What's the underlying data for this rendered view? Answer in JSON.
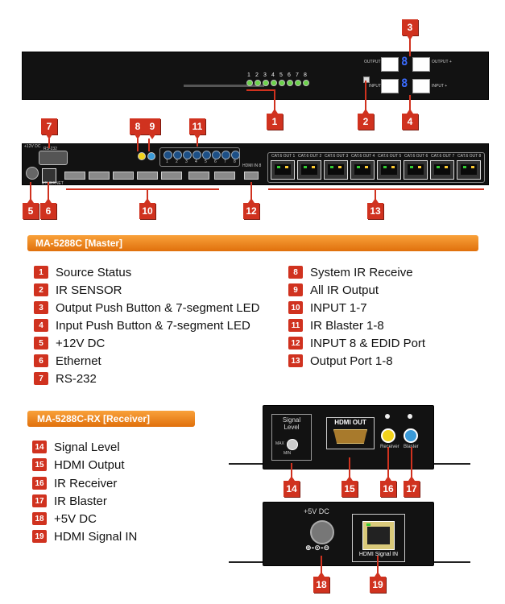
{
  "front_panel": {
    "led_numbers": [
      "1",
      "2",
      "3",
      "4",
      "5",
      "6",
      "7",
      "8"
    ],
    "output_label_left": "OUTPUT",
    "output_label_right": "OUTPUT +",
    "input_label_left": "INPUT",
    "input_label_right": "INPUT +",
    "output_seg_digit": "8",
    "input_seg_digit": "8"
  },
  "rear_panel": {
    "dc_label": "+12V DC",
    "rs232_label": "RS-232",
    "ethernet_label": "ETHERNET",
    "ir_numbers": [
      "1",
      "2",
      "3",
      "4",
      "5",
      "6",
      "7",
      "8"
    ],
    "hdmi_in_label": "HDMI IN 8",
    "output_port_labels": [
      "CAT.6 OUT 1",
      "CAT.6 OUT 2",
      "CAT.6 OUT 3",
      "CAT.6 OUT 4",
      "CAT.6 OUT 5",
      "CAT.6 OUT 6",
      "CAT.6 OUT 7",
      "CAT.6 OUT 8"
    ]
  },
  "diagram_markers": [
    "1",
    "2",
    "3",
    "4",
    "5",
    "6",
    "7",
    "8",
    "9",
    "10",
    "11",
    "12",
    "13",
    "14",
    "15",
    "16",
    "17",
    "18",
    "19"
  ],
  "master": {
    "banner": "MA-5288C [Master]",
    "items_left": [
      {
        "n": "1",
        "label": "Source Status"
      },
      {
        "n": "2",
        "label": "IR SENSOR"
      },
      {
        "n": "3",
        "label": "Output Push Button & 7-segment LED"
      },
      {
        "n": "4",
        "label": "Input Push Button & 7-segment LED"
      },
      {
        "n": "5",
        "label": "+12V DC"
      },
      {
        "n": "6",
        "label": "Ethernet"
      },
      {
        "n": "7",
        "label": "RS-232"
      }
    ],
    "items_right": [
      {
        "n": "8",
        "label": "System IR Receive"
      },
      {
        "n": "9",
        "label": "All IR Output"
      },
      {
        "n": "10",
        "label": "INPUT 1-7"
      },
      {
        "n": "11",
        "label": "IR Blaster 1-8"
      },
      {
        "n": "12",
        "label": "INPUT 8 & EDID Port"
      },
      {
        "n": "13",
        "label": "Output Port 1-8"
      }
    ]
  },
  "receiver": {
    "banner": "MA-5288C-RX [Receiver]",
    "items": [
      {
        "n": "14",
        "label": "Signal Level"
      },
      {
        "n": "15",
        "label": "HDMI Output"
      },
      {
        "n": "16",
        "label": "IR Receiver"
      },
      {
        "n": "17",
        "label": "IR Blaster"
      },
      {
        "n": "18",
        "label": "+5V DC"
      },
      {
        "n": "19",
        "label": "HDMI Signal IN"
      }
    ],
    "signal_level_label": "Signal\nLevel",
    "knob_max": "MAX",
    "knob_min": "MIN",
    "hdmi_out_label": "HDMI OUT",
    "receiver_jack_label": "Receiver",
    "blaster_jack_label": "Blaster",
    "dc_label": "+5V DC",
    "polarity_label": "⊕-⊙-⊖",
    "hdmi_signal_in_label": "HDMI Signal IN"
  },
  "colors": {
    "marker_red": "#d0321f",
    "banner_orange": "#ee8418",
    "device_black": "#121212",
    "led_green": "#6bd24a",
    "seg_blue": "#3b6cff",
    "ir_blue": "#1c4f86",
    "jack_yellow": "#f2d21b",
    "jack_blue": "#3a9ad8"
  }
}
